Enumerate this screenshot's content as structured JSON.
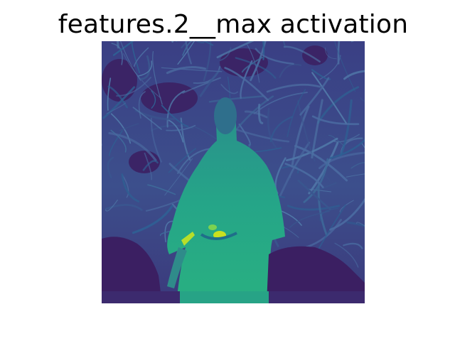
{
  "figure": {
    "title": "features.2__max activation"
  },
  "activation_map": {
    "colormap": "viridis",
    "palette": {
      "low": "#3b1f62",
      "mid_low": "#3c4d8b",
      "mid": "#2a7b8e",
      "mid_high": "#22a884",
      "high": "#b7de2a"
    },
    "subject": "figure in light robe walking in front of bare branches"
  }
}
